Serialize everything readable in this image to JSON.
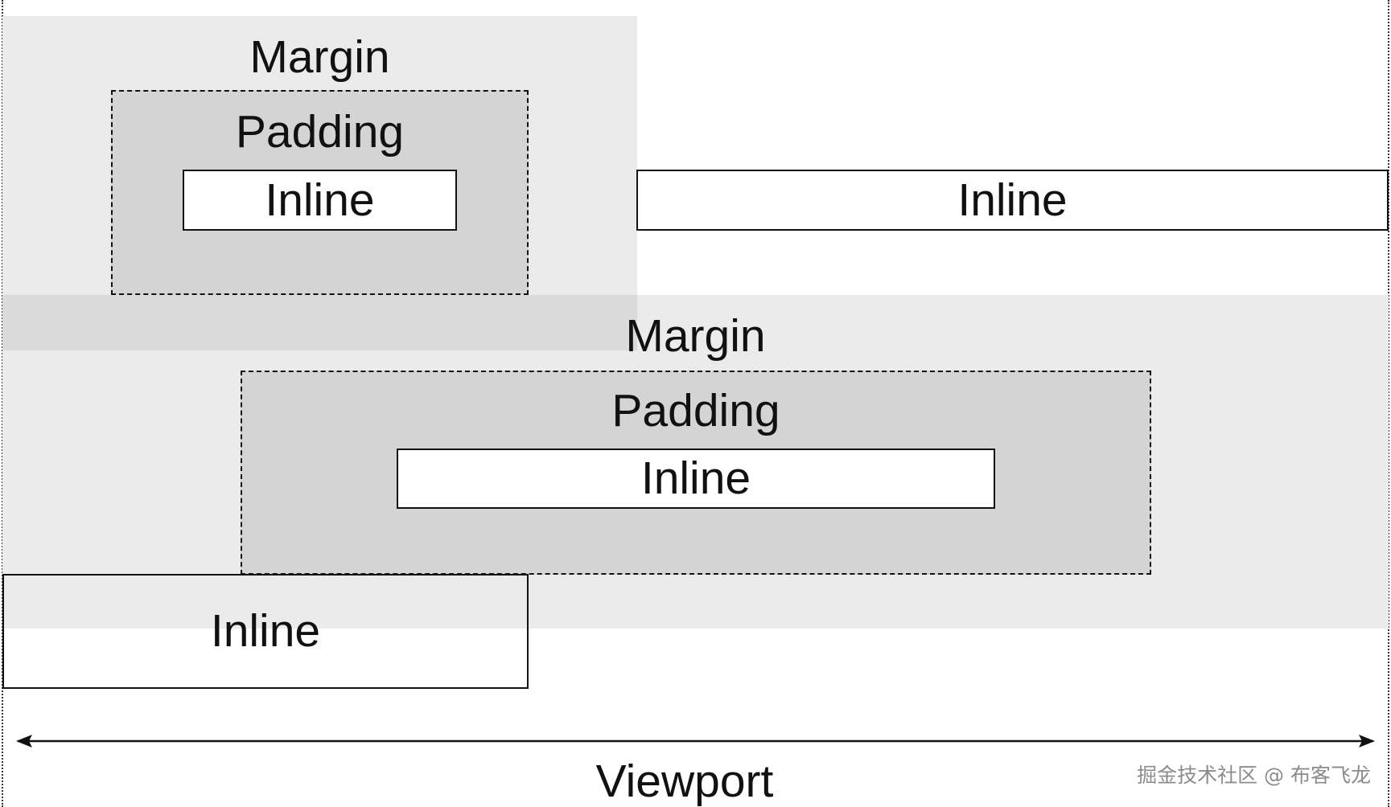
{
  "diagram": {
    "top_block": {
      "margin_label": "Margin",
      "padding_label": "Padding",
      "inline_label": "Inline"
    },
    "top_right_inline": {
      "label": "Inline"
    },
    "bottom_block": {
      "margin_label": "Margin",
      "padding_label": "Padding",
      "inline_label": "Inline"
    },
    "bottom_left_inline": {
      "label": "Inline"
    },
    "viewport_label": "Viewport",
    "watermark": "掘金技术社区 @ 布客飞龙"
  },
  "colors": {
    "margin": "#ebebeb",
    "margin_overlap": "#dadada",
    "padding": "#d4d4d4",
    "inline": "#ffffff",
    "stroke": "#111111"
  }
}
